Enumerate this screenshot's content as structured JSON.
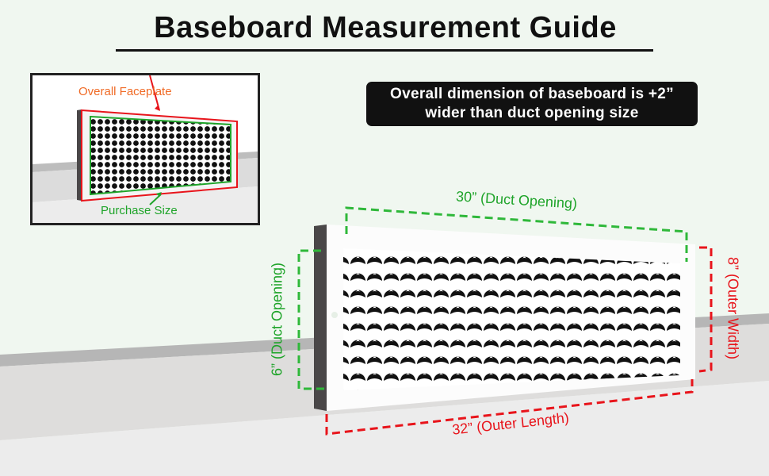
{
  "header": {
    "title": "Baseboard Measurement Guide"
  },
  "note": {
    "line1": "Overall dimension of baseboard is +2”",
    "line2": "wider than duct opening size"
  },
  "inset": {
    "overall_label": "Overall Faceplate",
    "purchase_label": "Purchase Size",
    "overall_color": "#f06a25",
    "purchase_color": "#1fa42a"
  },
  "dimensions": {
    "duct_length": "30” (Duct Opening)",
    "duct_height": "6” (Duct Opening)",
    "outer_length": "32” (Outer Length)",
    "outer_width": "8” (Outer Width)",
    "duct_color": "#2fb83a",
    "outer_color": "#e8141b"
  }
}
